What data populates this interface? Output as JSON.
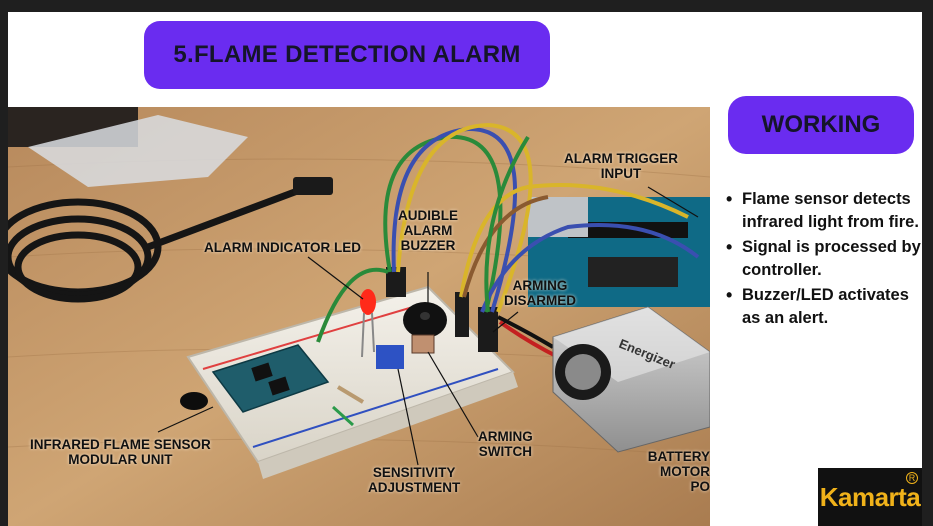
{
  "title": "5.FLAME DETECTION ALARM",
  "working_heading": "WORKING",
  "bullets": [
    "Flame sensor detects infrared light from fire.",
    "Signal is processed by controller.",
    "Buzzer/LED activates as an alert."
  ],
  "labels": {
    "alarm_trigger_input": [
      "ALARM TRIGGER",
      "INPUT"
    ],
    "audible_alarm_buzzer": [
      "AUDIBLE",
      "ALARM",
      "BUZZER"
    ],
    "alarm_indicator_led": [
      "ALARM INDICATOR LED"
    ],
    "arming_disarmed": [
      "ARMING",
      "DISARMED"
    ],
    "infrared_flame_sensor": [
      "INFRARED FLAME SENSOR",
      "MODULAR UNIT"
    ],
    "sensitivity_adjustment": [
      "SENSITIVITY",
      "ADJUSTMENT"
    ],
    "arming_switch": [
      "ARMING",
      "SWITCH"
    ],
    "battery_motor": [
      "BATTERY",
      "MOTOR PO"
    ]
  },
  "photo_text": {
    "battery_brand": "Energizer"
  },
  "logo": {
    "text": "Kamarta",
    "reg": "R"
  },
  "colors": {
    "accent": "#6a2cf0",
    "logo_gold": "#f0b21a",
    "table": "#c59868"
  }
}
